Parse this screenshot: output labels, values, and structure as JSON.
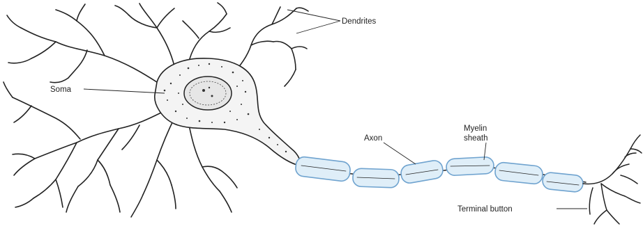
{
  "labels": {
    "dendrites": "Dendrites",
    "soma": "Soma",
    "axon": "Axon",
    "myelin_line1": "Myelin",
    "myelin_line2": "sheath",
    "terminal": "Terminal button"
  },
  "colors": {
    "ink": "#222222",
    "myelin_fill": "#dfeef8",
    "myelin_stroke": "#6fa3cf",
    "soma_fill": "#f4f4f4"
  }
}
